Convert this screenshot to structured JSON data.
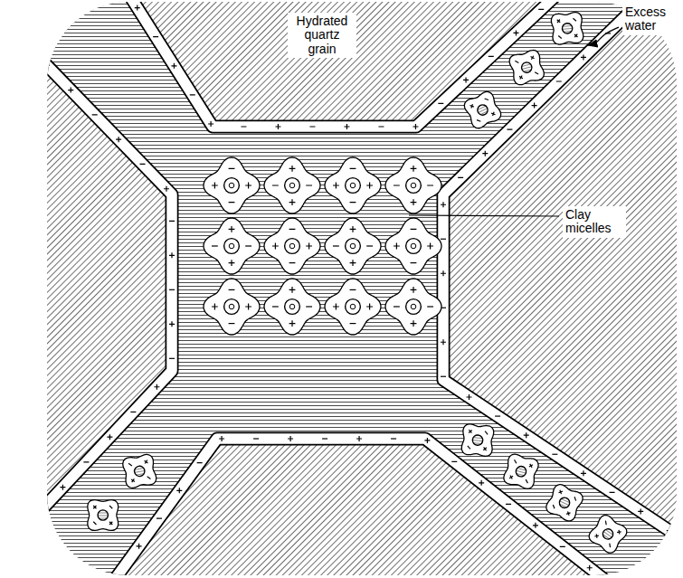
{
  "diagram": {
    "labels": [
      "Hydrated quartz grain",
      "Clay micelles",
      "Excess water"
    ]
  }
}
